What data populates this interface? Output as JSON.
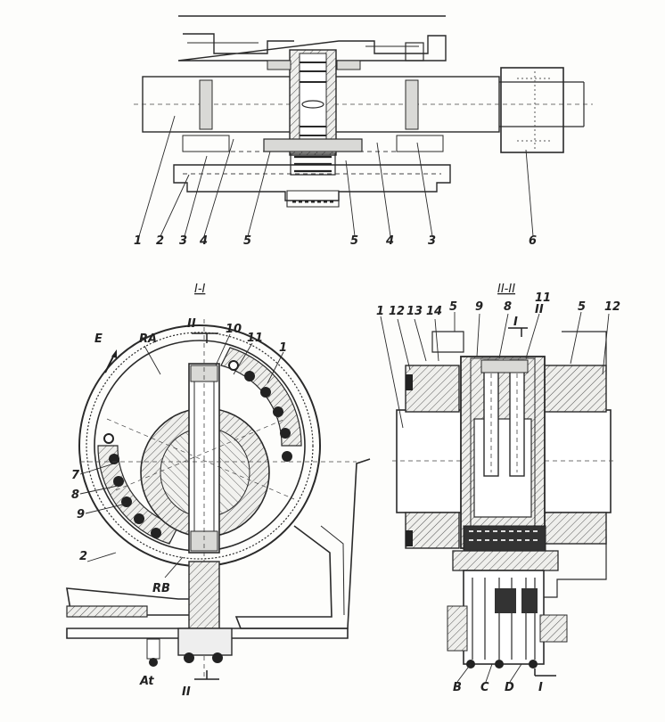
{
  "views": {
    "top_labels": [
      "1",
      "2",
      "3",
      "4",
      "5",
      "5",
      "4",
      "3",
      "6"
    ],
    "section_1": {
      "title": "I-I",
      "labels": {
        "ii_top": "II",
        "n10": "10",
        "n11": "11",
        "n1": "1",
        "e": "E",
        "ra": "RA",
        "n7": "7",
        "n8": "8",
        "n9": "9",
        "n2": "2",
        "rb": "RB",
        "at": "At",
        "ii_bottom": "II"
      }
    },
    "section_2": {
      "title": "II-II",
      "labels": {
        "n1": "1",
        "n12a": "12",
        "n13": "13",
        "n14": "14",
        "n5a": "5",
        "n9": "9",
        "n8": "8",
        "n11": "11",
        "ii": "II",
        "n5b": "5",
        "n12b": "12",
        "i_top": "I",
        "b": "B",
        "c": "C",
        "d": "D",
        "i_bottom": "I"
      }
    }
  }
}
